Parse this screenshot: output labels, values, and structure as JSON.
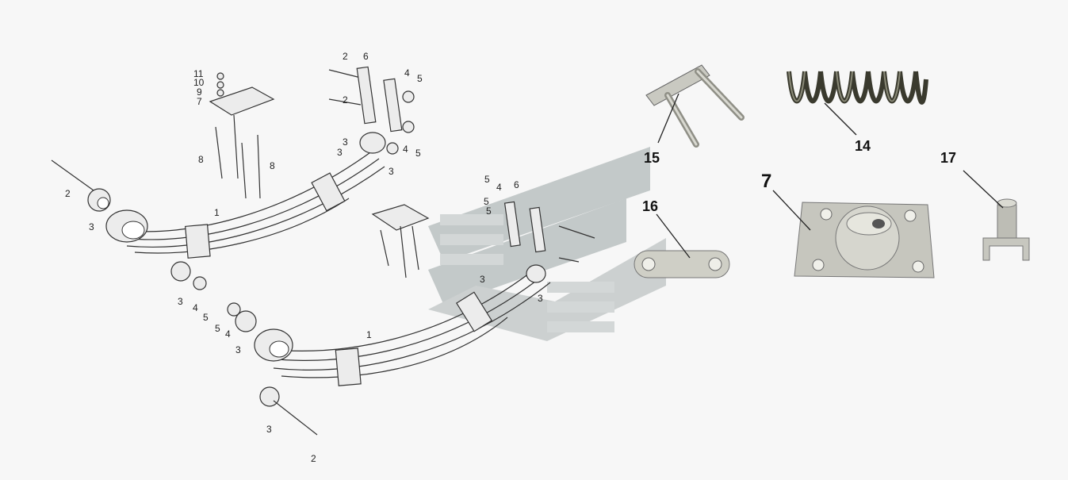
{
  "diagram": {
    "callouts": {
      "upper_left_group": [
        "11",
        "10",
        "9",
        "7",
        "8",
        "8",
        "2",
        "3",
        "1",
        "3"
      ],
      "upper_right_group": [
        "2",
        "6",
        "4",
        "5",
        "4",
        "5",
        "3",
        "3",
        "2"
      ],
      "lower_group": [
        "1",
        "3",
        "4",
        "5",
        "5",
        "4",
        "3",
        "3",
        "2",
        "5",
        "4",
        "6",
        "5",
        "5",
        "3",
        "3"
      ]
    },
    "photo_labels": {
      "p15": "15",
      "p16": "16",
      "p14": "14",
      "p7": "7",
      "p17": "17"
    },
    "accent_colors": {
      "watermark": "#9aa4a4",
      "metal": "#c8c8c0",
      "spring": "#3a3a2e"
    }
  }
}
